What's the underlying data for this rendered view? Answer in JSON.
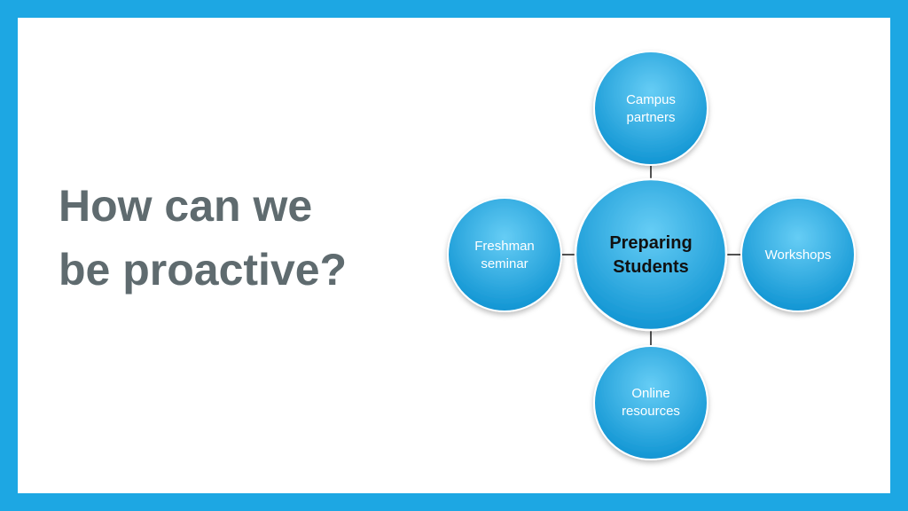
{
  "slide": {
    "title_line1": "How can we",
    "title_line2": "be proactive?"
  },
  "diagram": {
    "center": {
      "line1": "Preparing",
      "line2": "Students"
    },
    "nodes": {
      "top": {
        "line1": "Campus",
        "line2": "partners"
      },
      "left": {
        "line1": "Freshman",
        "line2": "seminar"
      },
      "right": {
        "line1": "Workshops"
      },
      "bottom": {
        "line1": "Online",
        "line2": "resources"
      }
    }
  },
  "colors": {
    "frame": "#1da7e3",
    "circle_light": "#54c6f2",
    "circle_dark": "#1195d3",
    "title_text": "#5f6b6f",
    "connector": "#1a1a1a"
  }
}
